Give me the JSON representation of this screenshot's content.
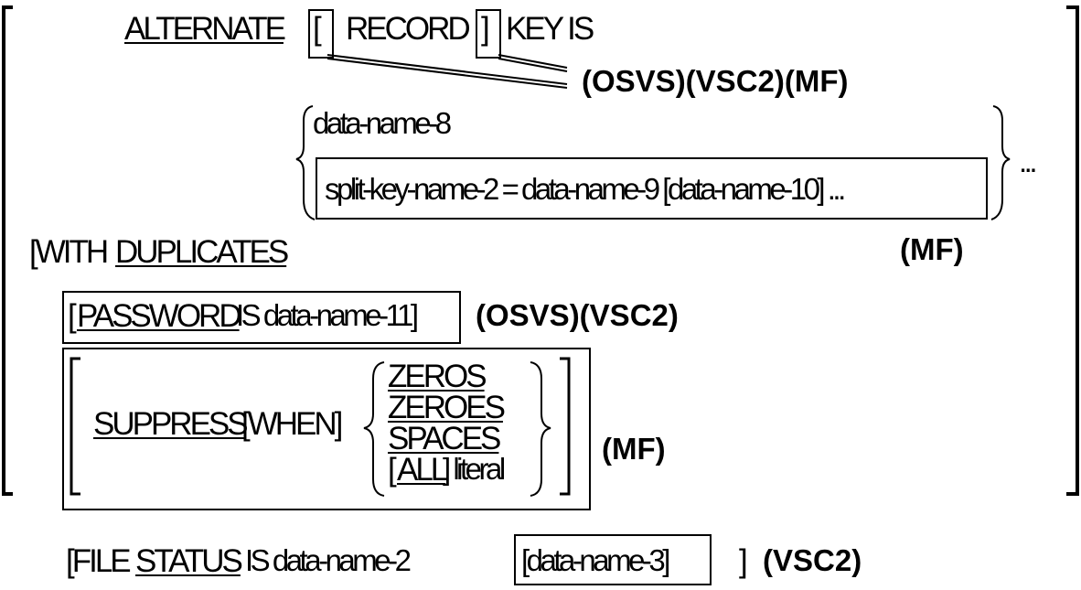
{
  "diagram": {
    "alternate": "ALTERNATE",
    "lbracket": "[",
    "record": "RECORD",
    "rbracket": "]",
    "key_is": "KEY IS",
    "dialects_line1": "(OSVS)(VSC2)(MF)",
    "data_name_8": "data-name-8",
    "split_key": "split-key-name-2 = data-name-9 [data-name-10] ...",
    "ellipsis": "...",
    "with": "[WITH",
    "duplicates": "DUPLICATES",
    "dialect_mf1": "(MF)",
    "password_open": "[",
    "password": "PASSWORD",
    "password_rest": "IS data-name-11]",
    "dialects_password": "(OSVS)(VSC2)",
    "suppress": "SUPPRESS",
    "when": "[WHEN]",
    "zeros": "ZEROS",
    "zeroes": "ZEROES",
    "spaces": "SPACES",
    "all_open": "[",
    "all": "ALL",
    "all_rest": "] literal",
    "dialect_mf2": "(MF)",
    "file_open": "[FILE",
    "status": "STATUS",
    "file_rest": "IS data-name-2",
    "data_name_3": "[data-name-3]",
    "close_bracket": "]",
    "dialect_vsc2": "(VSC2)"
  }
}
